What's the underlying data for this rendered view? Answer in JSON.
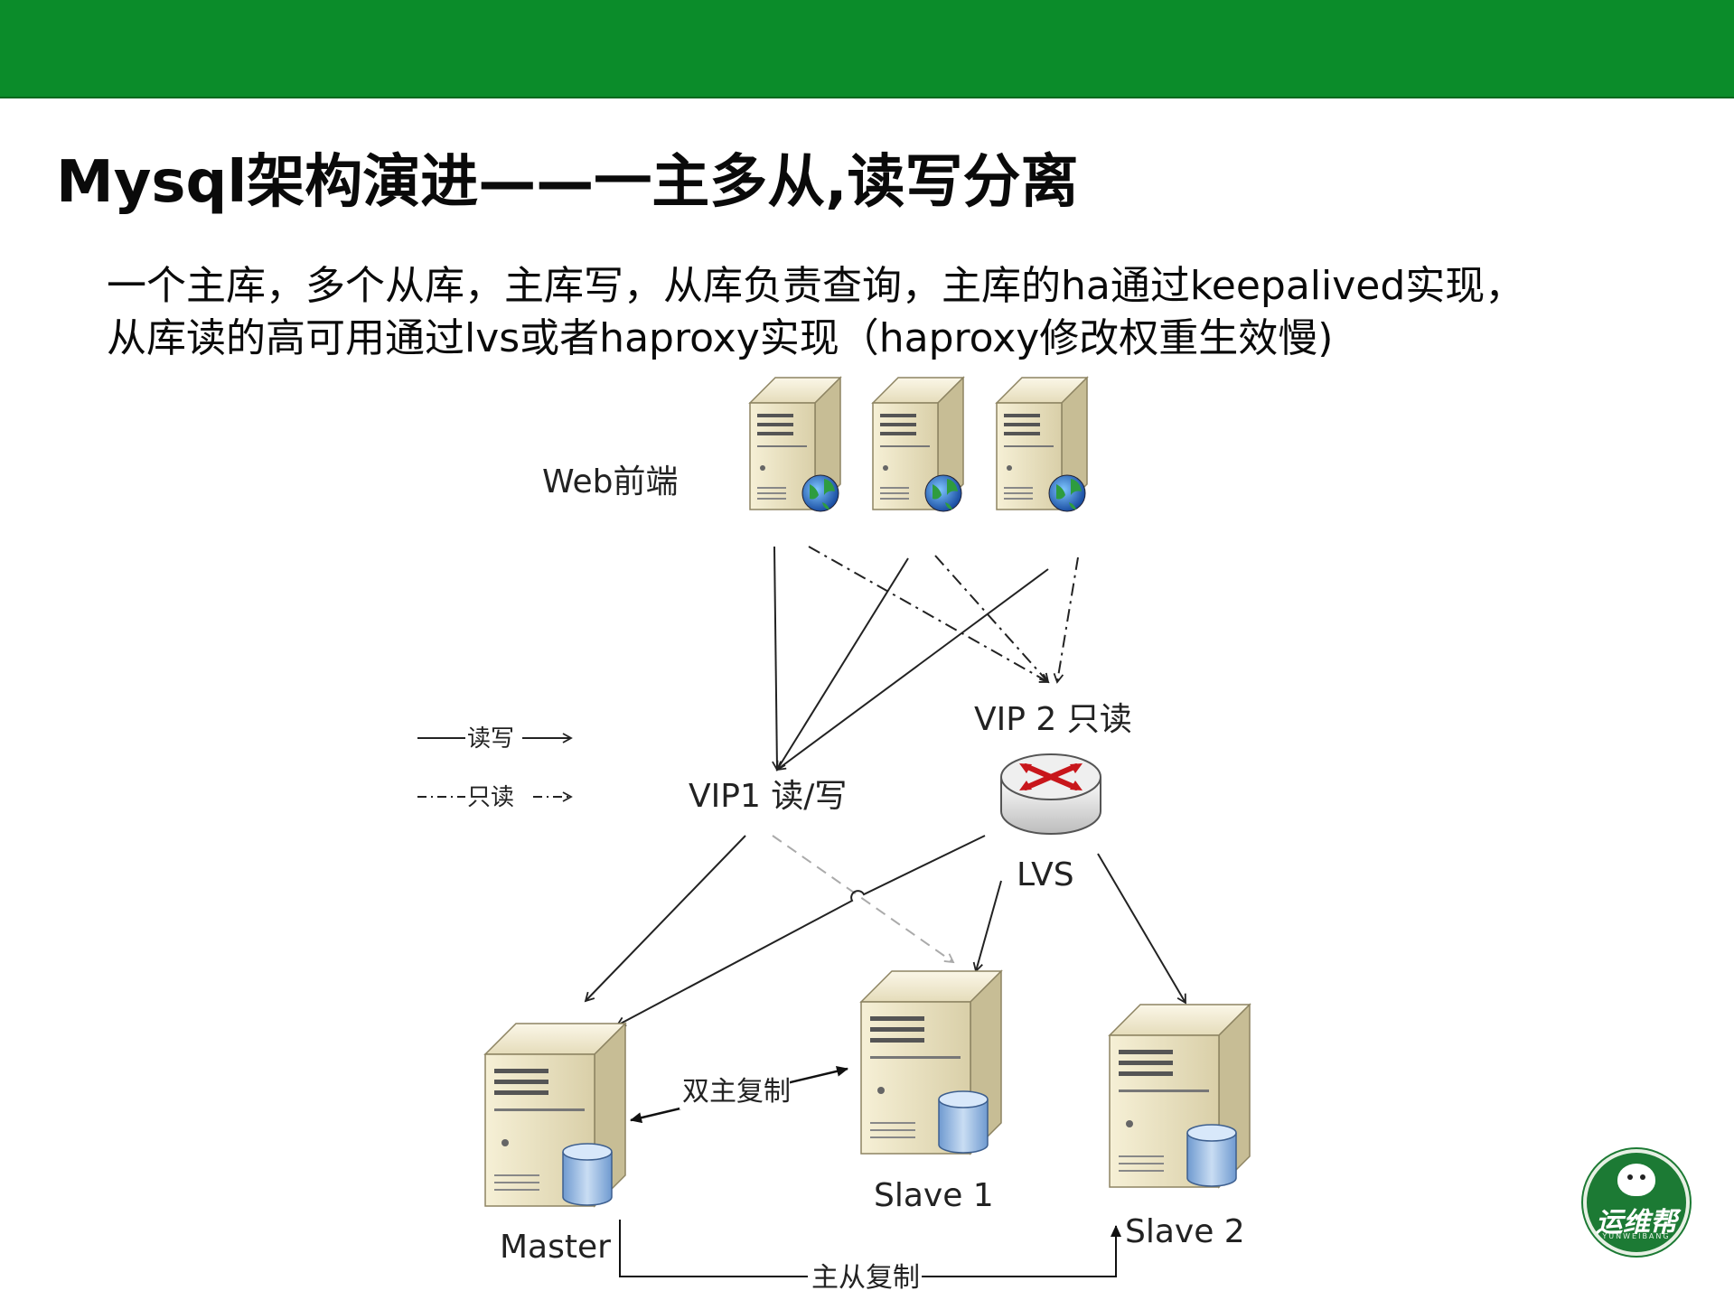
{
  "header": {
    "color": "#0b8c2a"
  },
  "slide": {
    "title": "Mysql架构演进——一主多从,读写分离",
    "description_lines": [
      "一个主库，多个从库，主库写，从库负责查询，主库的ha通过keepalived实现，",
      "从库读的高可用通过lvs或者haproxy实现（haproxy修改权重生效慢)"
    ]
  },
  "diagram": {
    "web_label": "Web前端",
    "web_servers": [
      "web-server-1",
      "web-server-2",
      "web-server-3"
    ],
    "vip1_label": "VIP1 读/写",
    "vip2_label": "VIP 2 只读",
    "lvs_label": "LVS",
    "db_nodes": {
      "master": "Master",
      "slave1": "Slave 1",
      "slave2": "Slave 2"
    },
    "dual_master_label": "双主复制",
    "master_slave_label": "主从复制",
    "legend": {
      "read_write": "读写",
      "read_only": "只读"
    }
  },
  "brand": {
    "name": "运维帮",
    "sub": "YUNWEIBANG",
    "color": "#1c7a34"
  }
}
